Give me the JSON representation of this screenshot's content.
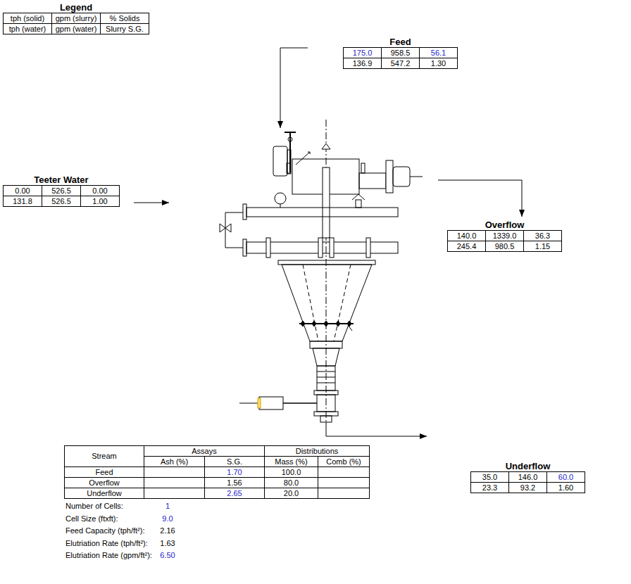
{
  "diagram": {
    "nodes": [
      {
        "text": [
          "Legend",
          "tph (solid)",
          "gpm (slurry)",
          "% Solids",
          "tph (water)",
          "gpm (water)",
          "Slurry S.G."
        ]
      },
      {
        "text": [
          "Feed",
          "175.0",
          "958.5",
          "56.1",
          "136.9",
          "547.2",
          "1.30"
        ]
      },
      {
        "text": [
          "Teeter Water",
          "0.00",
          "526.5",
          "0.00",
          "131.8",
          "526.5",
          "1.00"
        ]
      },
      {
        "text": [
          "Overflow",
          "140.0",
          "1339.0",
          "36.3",
          "245.4",
          "980.5",
          "1.15"
        ]
      },
      {
        "text": [
          "Underflow",
          "35.0",
          "146.0",
          "60.0",
          "23.3",
          "93.2",
          "1.60"
        ]
      },
      {
        "text": [
          "Stream",
          "Assays",
          "Distributions",
          "Ash (%)",
          "S.G.",
          "Mass (%)",
          "Comb (%)",
          "Feed",
          "1.70",
          "100.0",
          "Overflow",
          "1.56",
          "80.0",
          "Underflow",
          "2.65",
          "20.0"
        ]
      }
    ],
    "labels": [
      "Number of Cells:",
      "1",
      "Cell Size (ftxft):",
      "9.0",
      "Feed Capacity (tph/ft²):",
      "2.16",
      "Elutriation Rate (tph/ft²):",
      "1.63",
      "Elutriation Rate (gpm/ft²):",
      "6.50"
    ]
  }
}
